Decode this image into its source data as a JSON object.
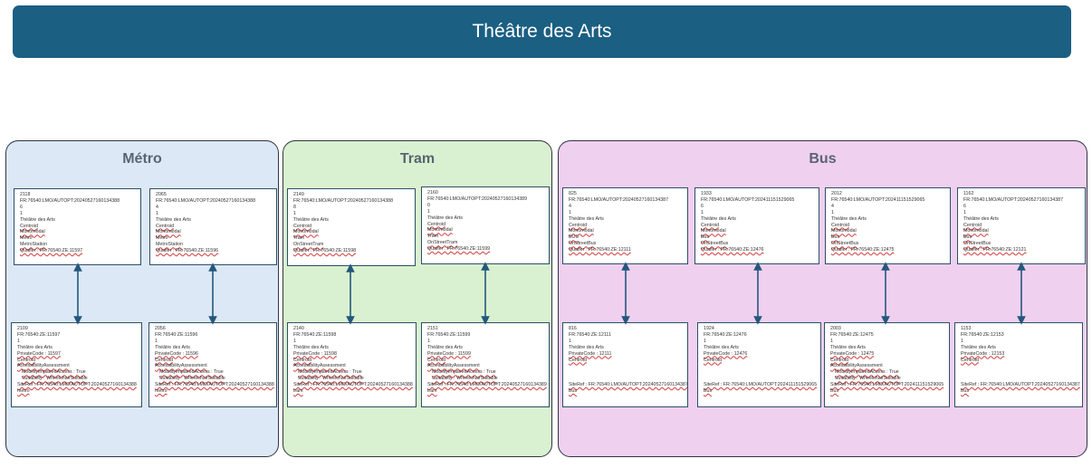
{
  "title": "Théâtre des Arts",
  "colors": {
    "title_bg": "#1b5f83",
    "metro_bg": "#dce8f5",
    "tram_bg": "#d9f1d0",
    "bus_bg": "#f0d0ef",
    "connector": "#24577c",
    "squiggle": "#d23b3b"
  },
  "panels": {
    "metro": {
      "title": "Métro",
      "cards": [
        [
          "2118",
          "FR:76540:LMO/AUTOPT:20240527160134388",
          "6",
          "1",
          "Théâtre des Arts",
          "Centroid",
          "Monomodal",
          "Metro",
          "MetroStation",
          "Quaifer : FR:76540:ZE:11597"
        ],
        [
          "2065",
          "FR:76540:LMO/AUTOPT:20240527160134388",
          "4",
          "1",
          "Théâtre des Arts",
          "Centroid",
          "Monomodal",
          "Metro",
          "MetroStation",
          "Quaifer : FR:76540:ZE:11596"
        ],
        [
          "2109",
          "FR:76540:ZE:11597",
          "1",
          "Théâtre des Arts",
          "PrivateCode : 11597",
          "Centroid",
          "AccessibilityAssessment",
          "MobilityImpairedAccess : True",
          "Suitability : WheelchairSuitable",
          "SiteRef : FR:76540:LMO/AUTOPT:20240527160134388",
          "metro"
        ],
        [
          "2056",
          "FR:76540:ZE:11596",
          "1",
          "Théâtre des Arts",
          "PrivateCode : 11596",
          "Centroid",
          "AccessibilityAssessment",
          "MobilityImpairedAccess : True",
          "Suitability : WheelchairSuitable",
          "SiteRef : FR:76540:LMO/AUTOPT:20240527160134388",
          "metro"
        ]
      ]
    },
    "tram": {
      "title": "Tram",
      "cards": [
        [
          "2149",
          "FR:76540:LMO/AUTOPT:20240527160134388",
          "8",
          "1",
          "Théâtre des Arts",
          "Centroid",
          "Monomodal",
          "Tram",
          "OnStreetTram",
          "Quaifer : FR:76540:ZE:11598"
        ],
        [
          "2160",
          "FR:76540:LMO/AUTOPT:20240527160134389",
          "0",
          "1",
          "Théâtre des Arts",
          "Centroid",
          "Monomodal",
          "Tram",
          "OnStreetTram",
          "Quaifer : FR:76540:ZE:11599"
        ],
        [
          "2140",
          "FR:76540:ZE:11598",
          "1",
          "Théâtre des Arts",
          "PrivateCode : 11598",
          "Centroid",
          "AccessibilityAssessment",
          "MobilityImpairedAccess : True",
          "Suitability : WheelchairSuitable",
          "SiteRef : FR:76540:LMO/AUTOPT:20240527160134388",
          "tram"
        ],
        [
          "2151",
          "FR:76540:ZE:11599",
          "1",
          "Théâtre des Arts",
          "PrivateCode : 11599",
          "Centroid",
          "AccessibilityAssessment",
          "MobilityImpairedAccess : True",
          "Suitability : WheelchairSuitable",
          "SiteRef : FR:76540:LMO/AUTOPT:20240527160134389",
          "tram"
        ]
      ]
    },
    "bus": {
      "title": "Bus",
      "cards": [
        [
          "825",
          "FR:76540:LMO/AUTOPT:20240527160134387",
          "4",
          "1",
          "Théâtre des Arts",
          "Centroid",
          "Monomodal",
          "BUS",
          "OnStreetBus",
          "Quaifer : FR:76540:ZE:12111"
        ],
        [
          "1933",
          "FR:76540:LMO/AUTOPT:20241115152906​5",
          "6",
          "1",
          "Théâtre des Arts",
          "Centroid",
          "Monomodal",
          "Bus",
          "OnStreetBus",
          "Quaifer : FR:76540:ZE:12476"
        ],
        [
          "2012",
          "FR:76540:LMO/AUTOPT:20241115152906​5",
          "4",
          "1",
          "Théâtre des Arts",
          "Centroid",
          "Monomodal",
          "Bus",
          "OnStreetBus",
          "Quaifer : FR:76540:ZE:12475"
        ],
        [
          "1162",
          "FR:76540:LMO/AUTOPT:20240527160134387",
          "6",
          "1",
          "Théâtre des Arts",
          "Centroid",
          "Monomodal",
          "Bus",
          "OnStreetBus",
          "Quaifer : FR:76540:ZE:12121"
        ],
        [
          "816",
          "FR:76540:ZE:12111",
          "1",
          "Théâtre des Arts",
          "PrivateCode : 12111",
          "Centroid",
          "",
          "",
          "",
          "SiteRef : FR:76540:LMO/AUTOPT:20240527160134387",
          "Bus"
        ],
        [
          "1924",
          "FR:76540:ZE:12476",
          "1",
          "Théâtre des Arts",
          "PrivateCode : 12476",
          "Centroid",
          "",
          "",
          "",
          "SiteRef : FR:76540:LMO/AUTOPT:20241115152906​5",
          "Bus"
        ],
        [
          "2003",
          "FR:76540:ZE:12475",
          "1",
          "Théâtre des Arts",
          "PrivateCode : 12475",
          "Centroid",
          "AccessibilityAssessment",
          "MobilityImpairedAccess : True",
          "Suitability : WheelchairSuitable",
          "SiteRef : FR:76540:LMO/AUTOPT:20241115152906​5",
          "Bus"
        ],
        [
          "1153",
          "FR:76540:ZE:12153",
          "1",
          "Théâtre des Arts",
          "PrivateCode : 12153",
          "Centroid",
          "",
          "",
          "",
          "SiteRef : FR:76540:LMO/AUTOPT:20240527160134387",
          "Bus"
        ]
      ]
    }
  }
}
